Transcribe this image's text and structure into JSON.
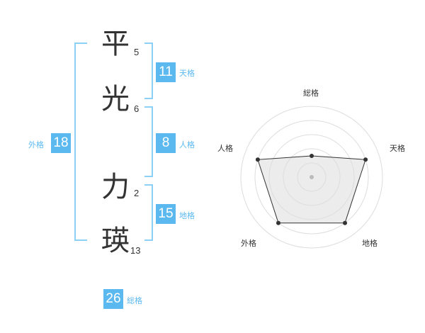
{
  "characters": [
    {
      "char": "平",
      "strokes": "5"
    },
    {
      "char": "光",
      "strokes": "6"
    },
    {
      "char": "力",
      "strokes": "2"
    },
    {
      "char": "瑛",
      "strokes": "13"
    }
  ],
  "scores": {
    "tenkaku": {
      "value": "11",
      "label": "天格"
    },
    "jinkaku": {
      "value": "8",
      "label": "人格"
    },
    "chikaku": {
      "value": "15",
      "label": "地格"
    },
    "gaikaku": {
      "value": "18",
      "label": "外格"
    },
    "soukaku": {
      "value": "26",
      "label": "総格"
    }
  },
  "accent_color": "#5bb9f0",
  "chart_data": {
    "type": "radar",
    "categories": [
      "総格",
      "天格",
      "地格",
      "外格",
      "人格"
    ],
    "values": [
      1.5,
      4,
      4,
      4,
      4
    ],
    "rmax": 5,
    "rings": 4,
    "grid": true
  }
}
